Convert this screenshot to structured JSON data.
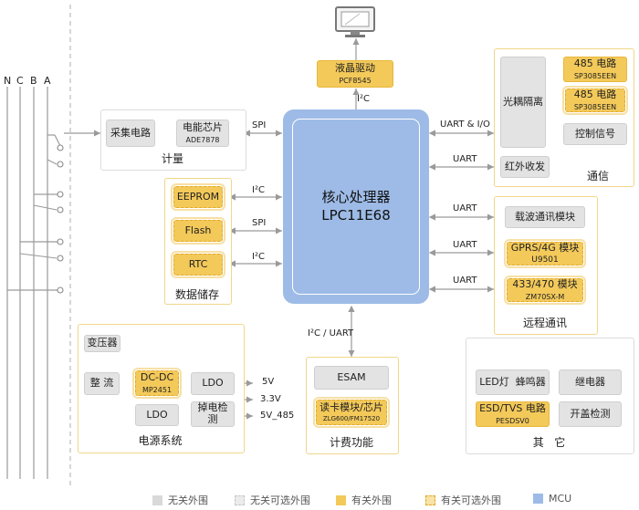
{
  "phases": [
    "N",
    "C",
    "B",
    "A"
  ],
  "mcu": {
    "name": "核心处理器",
    "model": "LPC11E68"
  },
  "display": {
    "driver_name": "液晶驱动",
    "driver_model": "PCF8545",
    "bus": "I²C"
  },
  "metering": {
    "sampling": "采集电路",
    "chip_name": "电能芯片",
    "chip_model": "ADE7878",
    "bus": "SPI",
    "label": "计量"
  },
  "storage": {
    "eeprom": "EEPROM",
    "flash": "Flash",
    "rtc": "RTC",
    "bus_eeprom": "I²C",
    "bus_flash": "SPI",
    "bus_rtc": "I²C",
    "label": "数据储存"
  },
  "comm": {
    "isolation": "光耦隔离",
    "rs485_1_name": "485 电路",
    "rs485_1_model": "SP3085EEN",
    "rs485_2_name": "485 电路",
    "rs485_2_model": "SP3085EEN",
    "control": "控制信号",
    "ir": "红外收发",
    "bus_uart_io": "UART & I/O",
    "bus_uart": "UART",
    "label": "通信"
  },
  "remote": {
    "carrier": "载波通讯模块",
    "gprs_name": "GPRS/4G 模块",
    "gprs_model": "U9501",
    "rf_name": "433/470 模块",
    "rf_model": "ZM70SX-M",
    "bus1": "UART",
    "bus2": "UART",
    "bus3": "UART",
    "label": "远程通讯"
  },
  "power": {
    "transformer": "变压器",
    "rectifier": "整 流",
    "dcdc_name": "DC-DC",
    "dcdc_model": "MP2451",
    "ldo1": "LDO",
    "ldo2": "LDO",
    "power_down": "掉电检测",
    "v5": "5V",
    "v33": "3.3V",
    "v5_485": "5V_485",
    "label": "电源系统"
  },
  "billing": {
    "bus": "I²C / UART",
    "esam": "ESAM",
    "reader_name": "读卡模块/芯片",
    "reader_model": "ZLG600/FM17520",
    "label": "计费功能"
  },
  "other": {
    "led": "LED灯  蜂鸣器",
    "relay": "继电器",
    "esd_name": "ESD/TVS 电路",
    "esd_model": "PESDSV0",
    "cover": "开盖检测",
    "label": "其   它"
  },
  "legend": {
    "items": [
      "无关外围",
      "无关可选外围",
      "有关外围",
      "有关可选外围",
      "MCU"
    ],
    "colors": [
      "#d9d9d9",
      "#ececec",
      "#f3c95a",
      "#f8e3a8",
      "#9dbbe6"
    ]
  }
}
